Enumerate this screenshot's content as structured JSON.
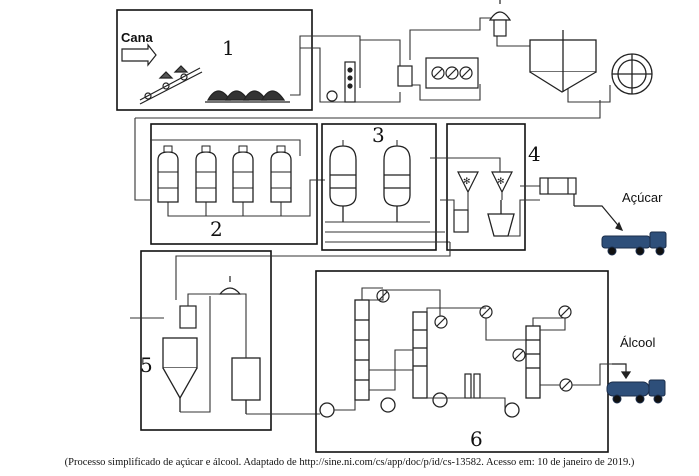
{
  "labels": {
    "cane": "Cana",
    "sugar": "Açúcar",
    "alcohol": "Álcool"
  },
  "sections": [
    "1",
    "2",
    "3",
    "4",
    "5",
    "6"
  ],
  "caption": "(Processo simplificado de açúcar e álcool. Adaptado de http://sine.ni.com/cs/app/doc/p/id/cs-13582. Acesso em: 10 de janeiro de 2019.)"
}
